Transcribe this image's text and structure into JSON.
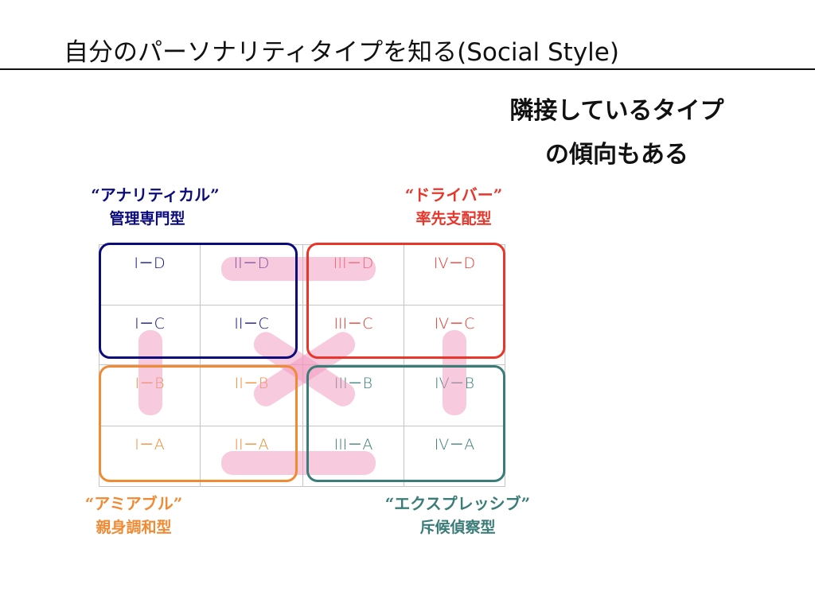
{
  "title": "自分のパーソナリティタイプを知る(Social Style)",
  "note": [
    "隣接しているタイプ",
    "の傾向もある"
  ],
  "types": {
    "analytical": {
      "name": "“アナリティカル”",
      "sub": "管理専門型",
      "color": "#0b0b7c"
    },
    "driver": {
      "name": "“ドライバー”",
      "sub": "率先支配型",
      "color": "#e8362b"
    },
    "amiable": {
      "name": "“アミアブル”",
      "sub": "親身調和型",
      "color": "#f08a33"
    },
    "expressive": {
      "name": "“エクスプレッシブ”",
      "sub": "斥候偵察型",
      "color": "#3a7c78"
    }
  },
  "cells": [
    [
      "I－D",
      "II－D",
      "III－D",
      "IV－D"
    ],
    [
      "I－C",
      "II－C",
      "III－C",
      "IV－C"
    ],
    [
      "I－B",
      "II－B",
      "III－B",
      "IV－B"
    ],
    [
      "I－A",
      "II－A",
      "III－A",
      "IV－A"
    ]
  ],
  "highlight_color": "#f296be"
}
